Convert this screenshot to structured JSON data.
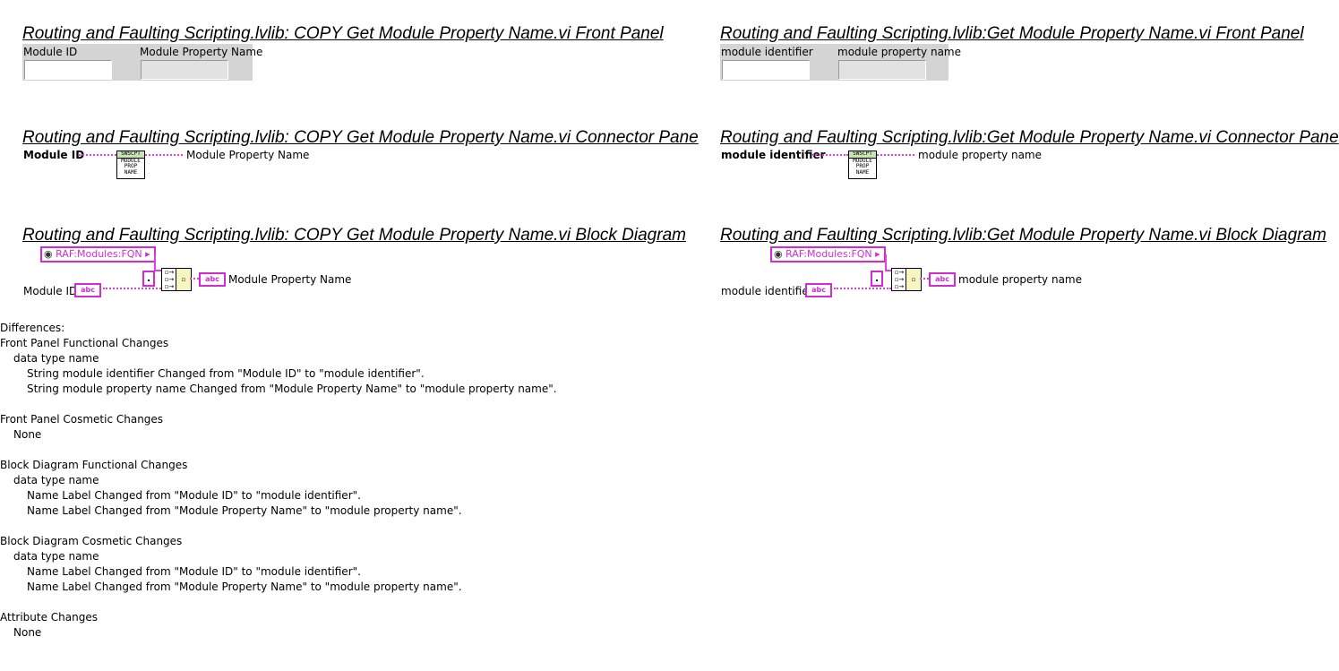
{
  "left": {
    "fp_title": "Routing and Faulting Scripting.lvlib:  COPY  Get Module Property Name.vi Front Panel",
    "fp_input_label": "Module ID",
    "fp_output_label": "Module Property Name",
    "cp_title": "Routing and Faulting Scripting.lvlib:  COPY  Get Module Property Name.vi Connector Pane",
    "cp_input": "Module ID",
    "cp_output": "Module Property Name",
    "bd_title": "Routing and Faulting Scripting.lvlib:  COPY  Get Module Property Name.vi Block Diagram",
    "bd_constant": "RAF:Modules:FQN",
    "bd_input": "Module ID",
    "bd_output": "Module Property Name"
  },
  "right": {
    "fp_title": "Routing and Faulting Scripting.lvlib:Get Module Property Name.vi Front Panel",
    "fp_input_label": "module identifier",
    "fp_output_label": "module property name",
    "cp_title": "Routing and Faulting Scripting.lvlib:Get Module Property Name.vi Connector Pane",
    "cp_input": "module identifier",
    "cp_output": "module property name",
    "bd_title": "Routing and Faulting Scripting.lvlib:Get Module Property Name.vi Block Diagram",
    "bd_constant": "RAF:Modules:FQN",
    "bd_input": "module identifier",
    "bd_output": "module property name"
  },
  "icon": {
    "header": "SWSCPT",
    "line1": "MODULE",
    "line2": "PROP",
    "line3": "NAME",
    "abc": "abc"
  },
  "diff_lines": [
    "Differences:",
    "Front Panel Functional Changes",
    "    data type name",
    "        String module identifier Changed from \"Module ID\" to \"module identifier\".",
    "        String module property name Changed from \"Module Property Name\" to \"module property name\".",
    "",
    "Front Panel Cosmetic Changes",
    "    None",
    "",
    "Block Diagram Functional Changes",
    "    data type name",
    "        Name Label  Changed from \"Module ID\" to \"module identifier\".",
    "        Name Label  Changed from \"Module Property Name\" to \"module property name\".",
    "",
    "Block Diagram Cosmetic Changes",
    "    data type name",
    "        Name Label  Changed from \"Module ID\" to \"module identifier\".",
    "        Name Label  Changed from \"Module Property Name\" to \"module property name\".",
    "",
    "Attribute Changes",
    "    None"
  ]
}
